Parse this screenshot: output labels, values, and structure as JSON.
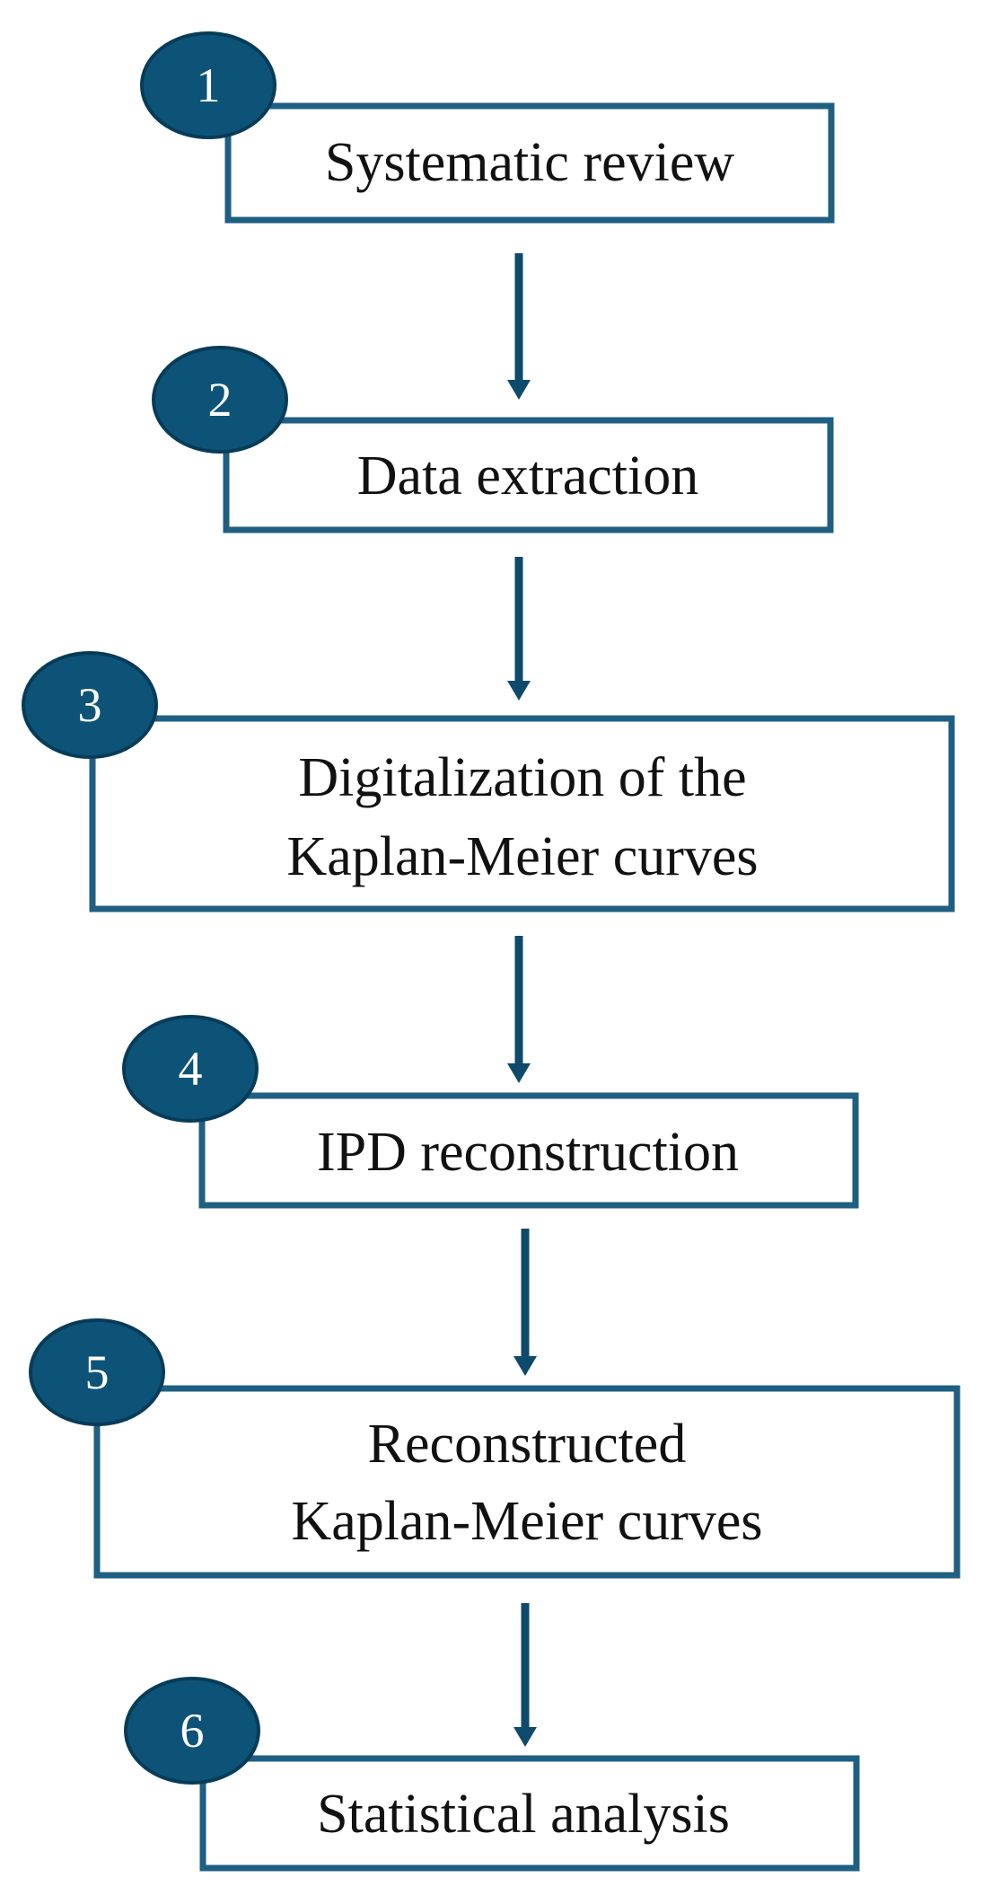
{
  "colors": {
    "box_border": "#1f5f82",
    "badge_fill": "#0d5378",
    "arrow": "#0d4a6b"
  },
  "steps": [
    {
      "number": "1",
      "lines": [
        "Systematic review"
      ]
    },
    {
      "number": "2",
      "lines": [
        "Data extraction"
      ]
    },
    {
      "number": "3",
      "lines": [
        "Digitalization of the",
        "Kaplan-Meier curves"
      ]
    },
    {
      "number": "4",
      "lines": [
        "IPD reconstruction"
      ]
    },
    {
      "number": "5",
      "lines": [
        "Reconstructed",
        "Kaplan-Meier curves"
      ]
    },
    {
      "number": "6",
      "lines": [
        "Statistical analysis"
      ]
    }
  ]
}
